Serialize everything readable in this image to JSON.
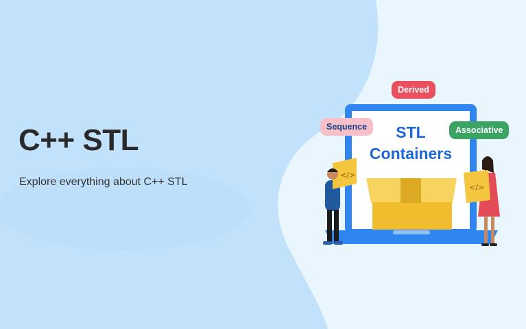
{
  "banner": {
    "title": "C++ STL",
    "subtitle": "Explore everything about C++ STL"
  },
  "illustration": {
    "screen_title_line1": "STL",
    "screen_title_line2": "Containers",
    "tags": {
      "derived": "Derived",
      "sequence": "Sequence",
      "associative": "Associative"
    }
  },
  "colors": {
    "left_panel": "#c2e2fc",
    "right_panel": "#eaf6fd",
    "laptop_frame": "#2f86f0",
    "box": "#f4c640",
    "heading_text": "#2a2a2a",
    "screen_title": "#1e67d6",
    "tag_derived": "#e9515f",
    "tag_sequence": "#f6c1c8",
    "tag_associative": "#3ba463"
  }
}
